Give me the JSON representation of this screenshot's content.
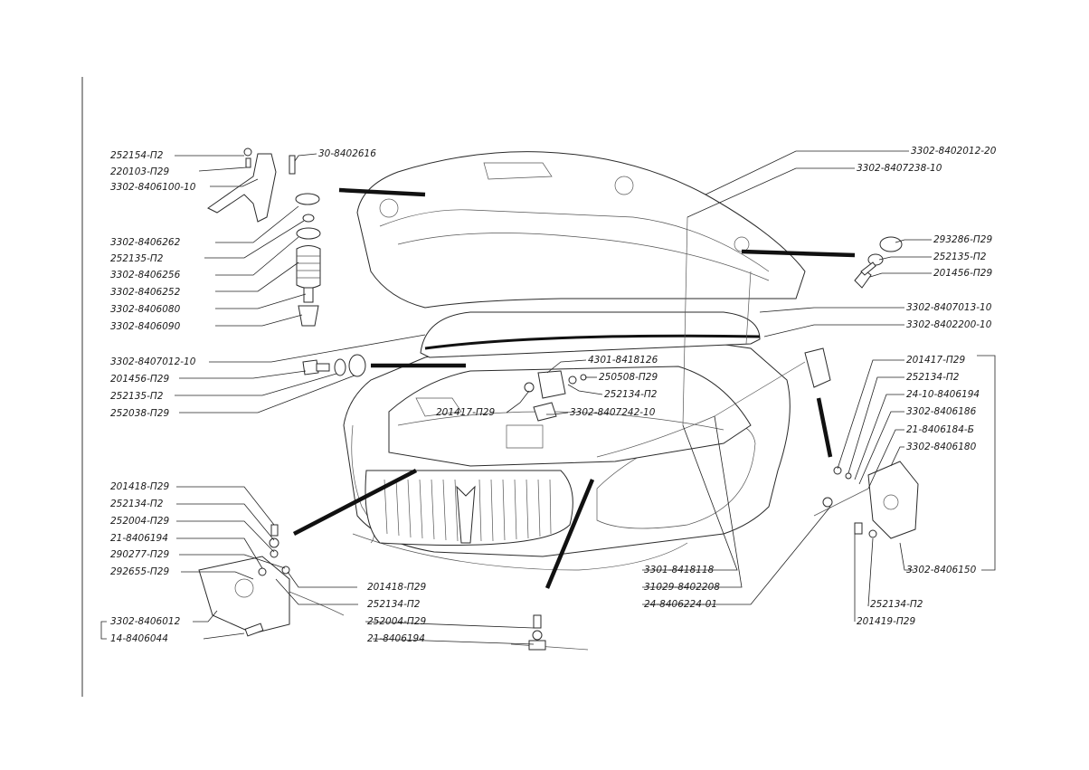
{
  "labels_left": [
    "252154-П2",
    "220103-П29",
    "3302-8406100-10",
    "30-8402616",
    "3302-8406262",
    "252135-П2",
    "3302-8406256",
    "3302-8406252",
    "3302-8406080",
    "3302-8406090",
    "3302-8407012-10",
    "201456-П29",
    "252135-П2",
    "252038-П29"
  ],
  "labels_center": [
    "4301-8418126",
    "250508-П29",
    "252134-П2",
    "201417-П29",
    "3302-8407242-10"
  ],
  "labels_top_right": [
    "3302-8402012-20",
    "3302-8407238-10",
    "293286-П29",
    "252135-П2",
    "201456-П29",
    "3302-8407013-10",
    "3302-8402200-10"
  ],
  "labels_right": [
    "201417-П29",
    "252134-П2",
    "24-10-8406194",
    "3302-8406186",
    "21-8406184-Б",
    "3302-8406180",
    "3302-8406150",
    "252134-П2",
    "201419-П29"
  ],
  "labels_bottom_left": [
    "201418-П29",
    "252134-П2",
    "252004-П29",
    "21-8406194",
    "290277-П29",
    "292655-П29",
    "3302-8406012",
    "14-8406044"
  ],
  "labels_bottom_center": [
    "201418-П29",
    "252134-П2",
    "252004-П29",
    "21-8406194",
    "3301-8418118",
    "31029-8402208",
    "24-8406224-01"
  ]
}
